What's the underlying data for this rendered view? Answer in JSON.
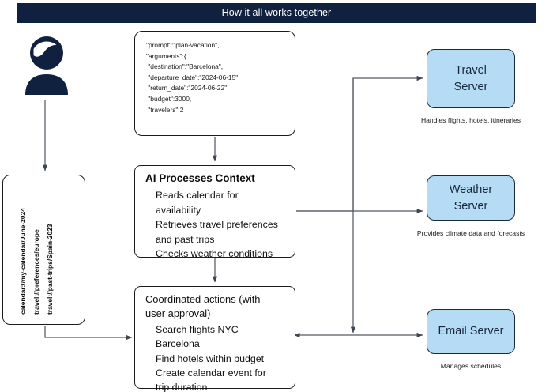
{
  "header": {
    "title": "How it all works together",
    "bar_color": "#10203f"
  },
  "palette": {
    "navy": "#10203f",
    "server_fill": "#b6dcf5",
    "server_stroke": "#1b2a3a",
    "node_stroke": "#1b1b1b",
    "wire": "#555555"
  },
  "actor": {
    "icon": "user-avatar-icon",
    "color": "#10203f"
  },
  "prompt_box": {
    "name": "prompt-json-box",
    "code": "\"prompt\":\"plan-vacation\",\n\"arguments\":{\n \"destination\":\"Barcelona\",\n \"departure_date\":\"2024-06-15\",\n \"return_date\":\"2024-06-22\",\n \"budget\":3000,\n \"travelers\":2"
  },
  "resources_box": {
    "name": "context-resources-box",
    "labels": [
      "calendar://my-calendar/June-2024",
      "travel://preferences/europe",
      "travel://past-trips/Spain-2023"
    ]
  },
  "ai_box": {
    "heading": "AI Processes Context",
    "lines": "Reads calendar for\navailability\nRetrieves travel preferences\nand past trips\nChecks weather conditions"
  },
  "actions_box": {
    "heading": "Coordinated actions (with\nuser approval)",
    "lines": "Search flights NYC\nBarcelona\nFind hotels within budget\nCreate calendar event for\ntrip duration"
  },
  "servers": [
    {
      "id": "travel",
      "label": "Travel\nServer",
      "caption": "Handles flights, hotels, itineraries"
    },
    {
      "id": "weather",
      "label": "Weather\nServer",
      "caption": "Provides climate data and forecasts"
    },
    {
      "id": "email",
      "label": "Email Server",
      "caption": "Manages schedules"
    }
  ]
}
